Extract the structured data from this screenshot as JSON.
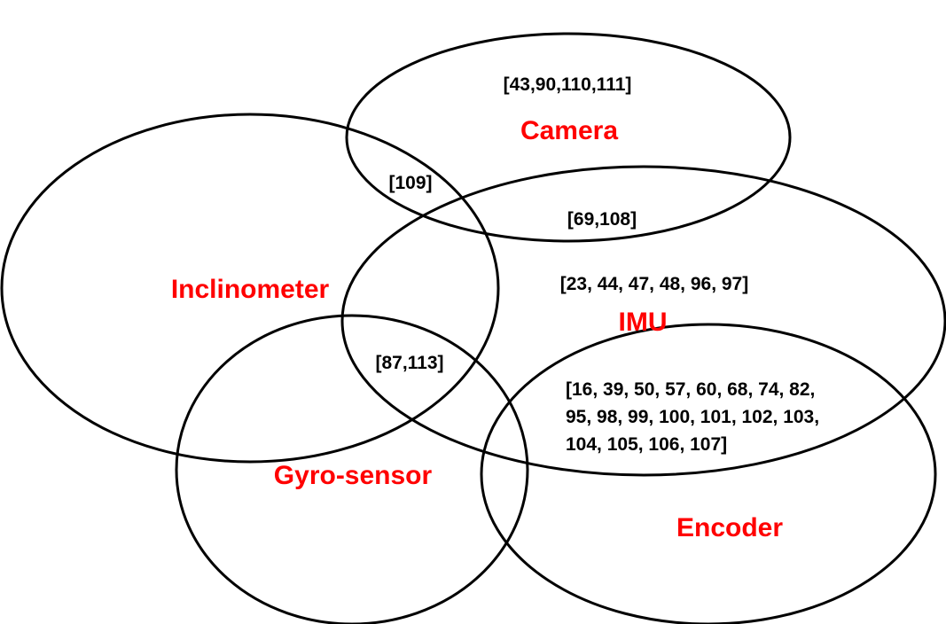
{
  "colors": {
    "set_label": "#ff0000",
    "outline": "#000000",
    "reference_text": "#000000"
  },
  "sets": {
    "camera": "Camera",
    "inclinometer": "Inclinometer",
    "imu": "IMU",
    "gyro_sensor": "Gyro-sensor",
    "encoder": "Encoder"
  },
  "regions": {
    "camera_only": "[43,90,110,111]",
    "camera_inclinometer": "[109]",
    "camera_imu": "[69,108]",
    "imu_only": "[23, 44, 47, 48, 96, 97]",
    "inclinometer_imu_gyro": "[87,113]",
    "imu_encoder": [
      "[16, 39, 50, 57, 60, 68, 74, 82,",
      "95, 98, 99, 100, 101, 102, 103,",
      "104, 105, 106, 107]"
    ]
  }
}
